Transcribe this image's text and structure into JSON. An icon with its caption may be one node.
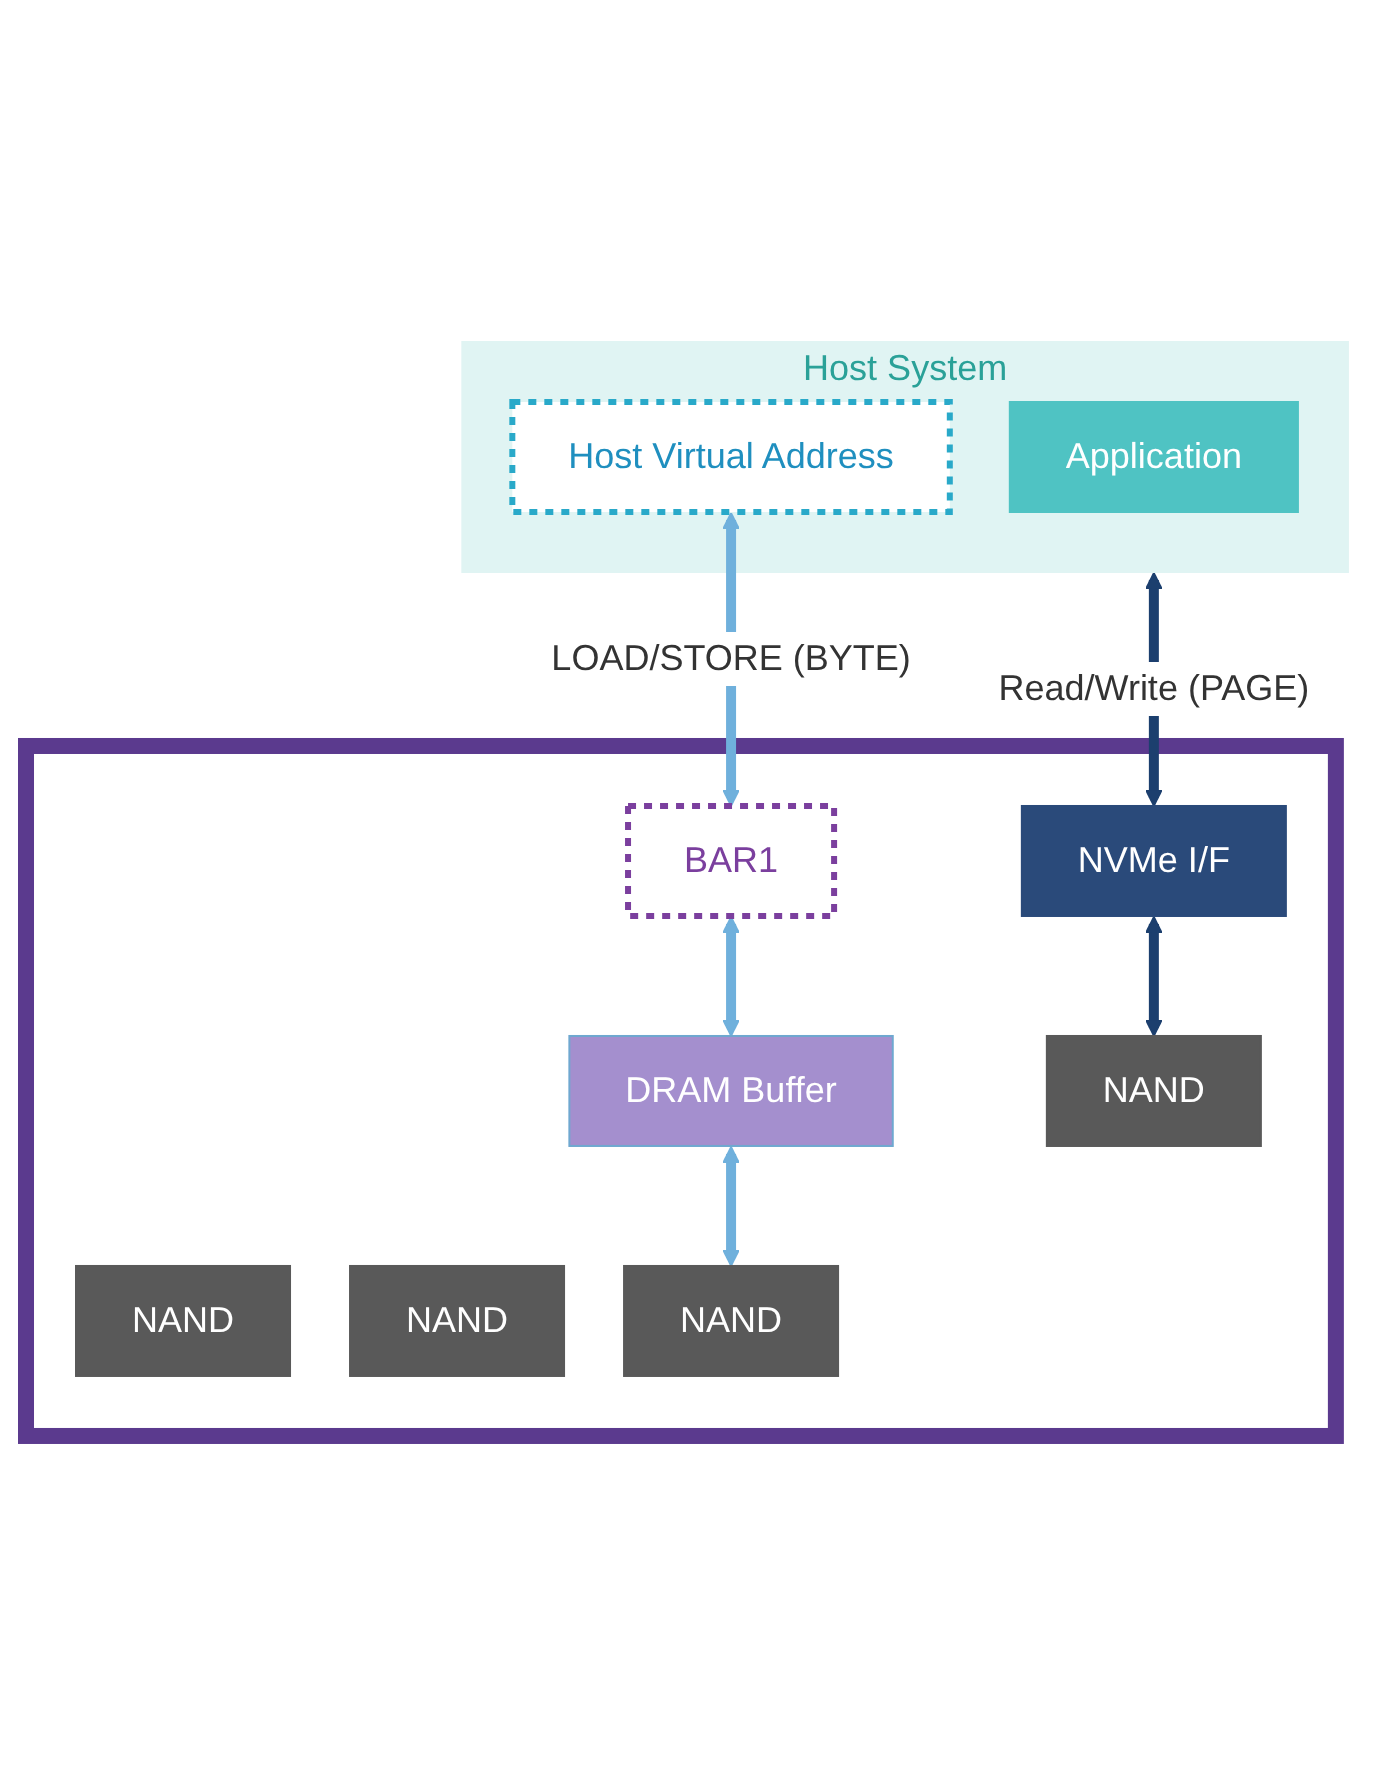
{
  "diagram": {
    "nodes": [
      {
        "text": [
          "Host System"
        ]
      },
      {
        "text": [
          "Application"
        ],
        "in": 0
      },
      {
        "text": [
          "Host Virtual Address"
        ],
        "in": 0
      },
      {
        "text": [],
        "shape": "box"
      },
      {
        "text": [
          "NVMe I/F"
        ],
        "in": 3
      },
      {
        "text": [
          "BAR1"
        ],
        "in": 3
      },
      {
        "text": [
          "DRAM Buffer"
        ],
        "in": 3
      },
      {
        "text": [
          "NAND"
        ],
        "in": 3
      },
      {
        "text": [
          "NAND"
        ],
        "in": 3
      },
      {
        "text": [
          "NAND"
        ],
        "in": 3
      },
      {
        "text": [
          "NAND"
        ],
        "in": 3
      }
    ],
    "edges": [
      {
        "from": 0,
        "to": 4,
        "arrow": "both",
        "label": "Read/Write (PAGE)",
        "color": "#1c3f6e"
      },
      {
        "from": 2,
        "to": 5,
        "arrow": "both",
        "label": "LOAD/STORE (BYTE)"
      },
      {
        "from": 4,
        "to": 7,
        "arrow": "both",
        "color": "#1c3f6e"
      },
      {
        "from": 5,
        "to": 6,
        "arrow": "both"
      },
      {
        "from": 6,
        "to": 10,
        "arrow": "both"
      }
    ]
  }
}
